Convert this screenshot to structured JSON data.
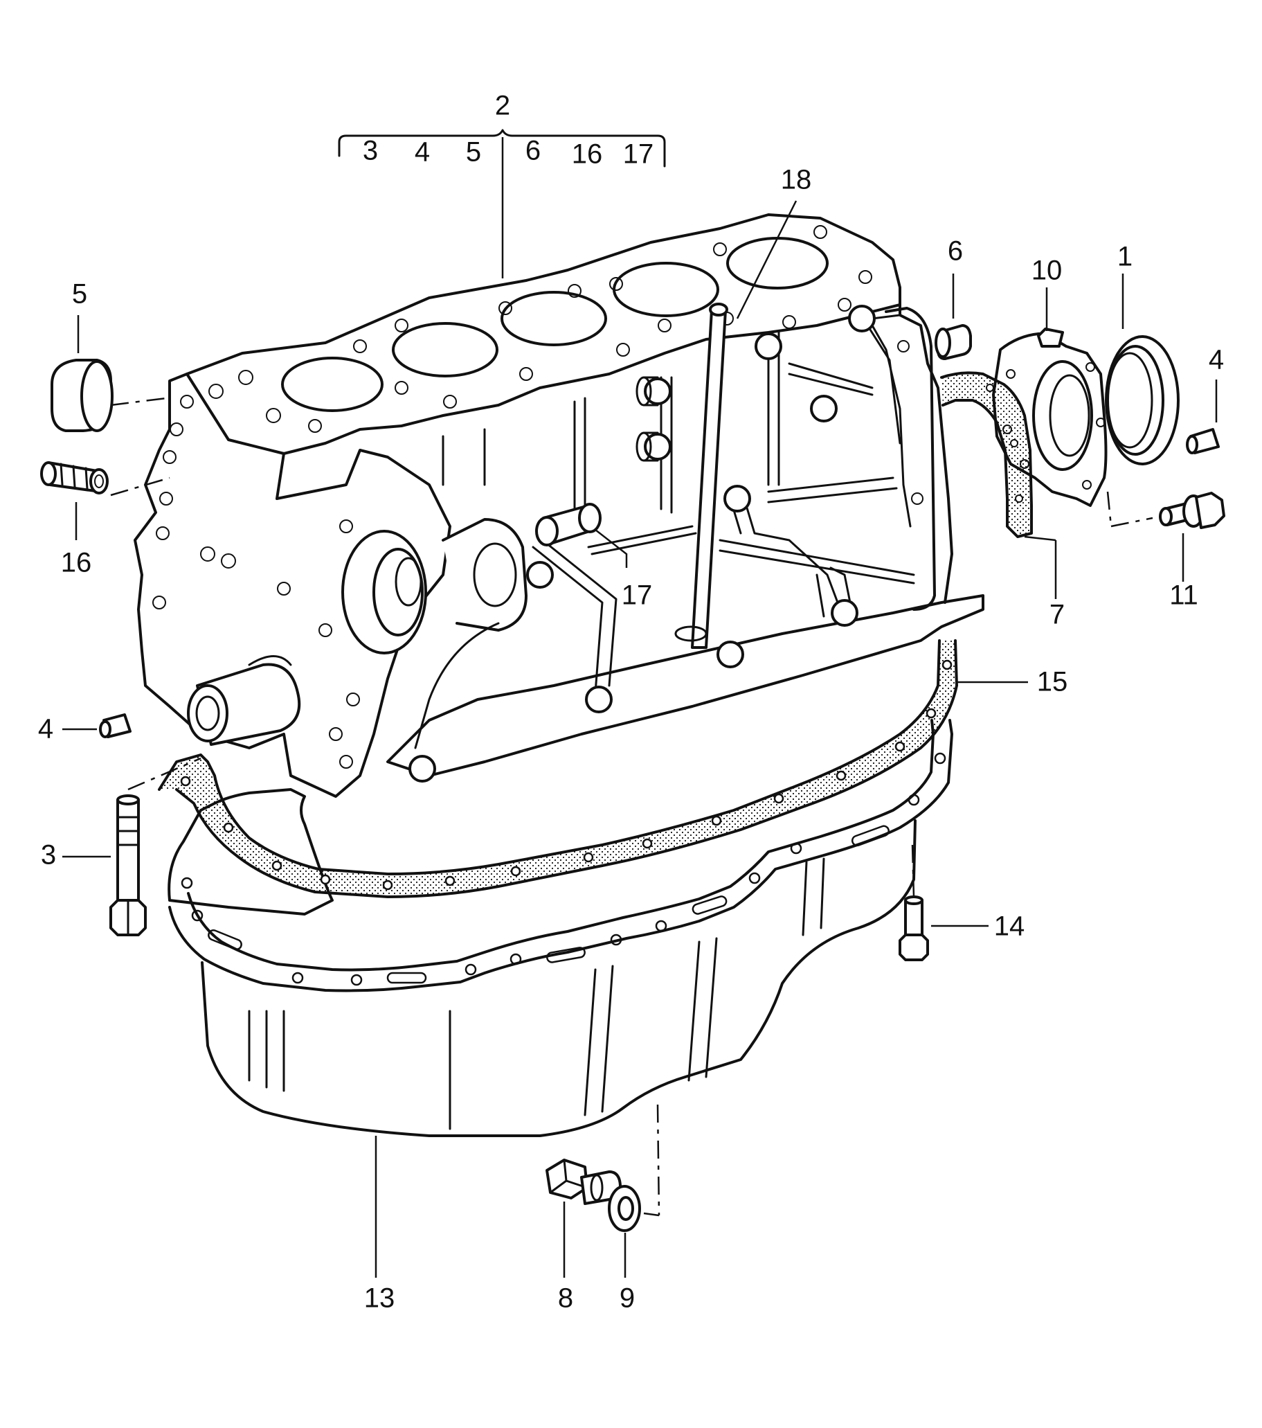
{
  "labels": {
    "group_main": "2",
    "group_items": [
      "3",
      "4",
      "5",
      "6",
      "16",
      "17"
    ],
    "part_18": "18",
    "part_5": "5",
    "part_16": "16",
    "part_17": "17",
    "part_6": "6",
    "part_10": "10",
    "part_1": "1",
    "part_4_right": "4",
    "part_11": "11",
    "part_7": "7",
    "part_15": "15",
    "part_4_left": "4",
    "part_3": "3",
    "part_14": "14",
    "part_13": "13",
    "part_8": "8",
    "part_9": "9"
  }
}
